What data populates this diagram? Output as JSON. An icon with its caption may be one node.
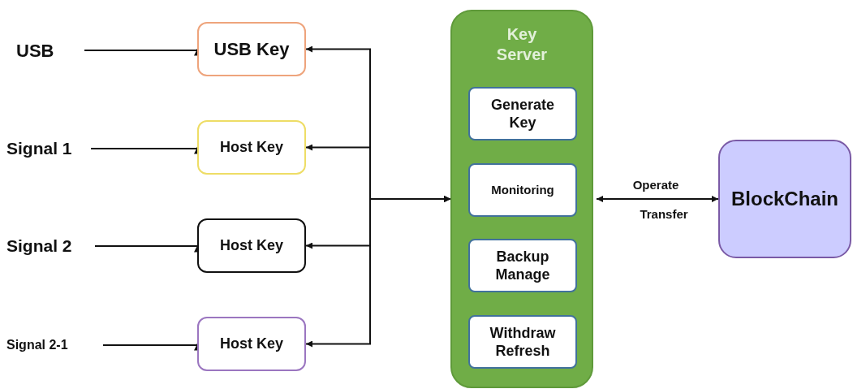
{
  "diagram": {
    "nodes": [
      {
        "text": [
          "USB"
        ]
      },
      {
        "text": [
          "USB Key"
        ]
      },
      {
        "text": [
          "Signal 1"
        ]
      },
      {
        "text": [
          "Host Key"
        ]
      },
      {
        "text": [
          "Signal 2"
        ]
      },
      {
        "text": [
          "Host Key"
        ]
      },
      {
        "text": [
          "Signal 2-1"
        ]
      },
      {
        "text": [
          "Host Key"
        ]
      },
      {
        "text": [
          "Key Server"
        ]
      },
      {
        "text": [
          "Generate Key"
        ],
        "in": 8
      },
      {
        "text": [
          "Monitoring"
        ],
        "in": 8
      },
      {
        "text": [
          "Backup Manage"
        ],
        "in": 8
      },
      {
        "text": [
          "Withdraw Refresh"
        ],
        "in": 8
      },
      {
        "text": [
          "BlockChain"
        ]
      }
    ],
    "edges": [
      {
        "from": 0,
        "to": 1,
        "arrow": "to"
      },
      {
        "from": 2,
        "to": 3,
        "arrow": "to"
      },
      {
        "from": 4,
        "to": 5,
        "arrow": "to"
      },
      {
        "from": 6,
        "to": 7,
        "arrow": "to"
      },
      {
        "from": 1,
        "to": 8,
        "arrow": "both"
      },
      {
        "from": 3,
        "to": 8,
        "arrow": "both"
      },
      {
        "from": 5,
        "to": 8,
        "arrow": "both"
      },
      {
        "from": 7,
        "to": 8,
        "arrow": "both"
      },
      {
        "from": 8,
        "to": 13,
        "arrow": "both",
        "label": "Operate"
      }
    ],
    "labels": [
      "Transfer"
    ]
  }
}
